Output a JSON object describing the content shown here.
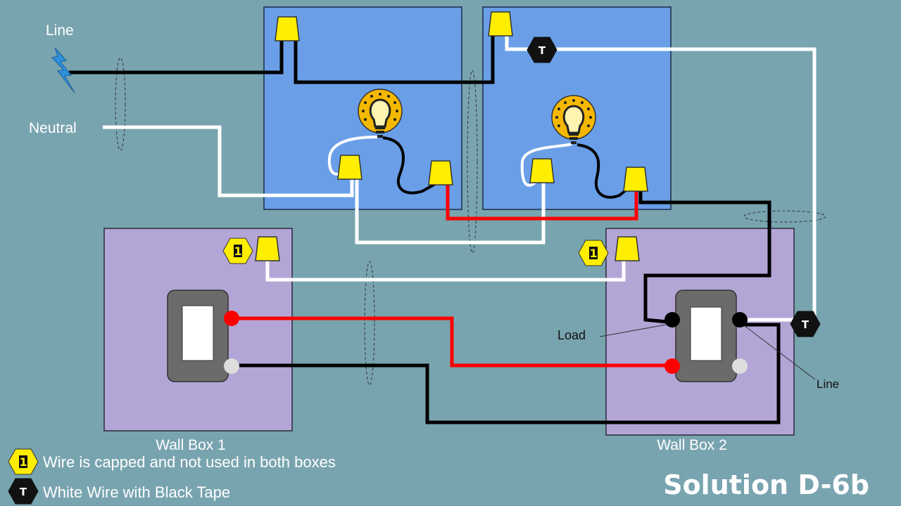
{
  "labels": {
    "line": "Line",
    "neutral": "Neutral",
    "wall_box_1": "Wall Box 1",
    "wall_box_2": "Wall Box 2",
    "load": "Load",
    "switch_line": "Line",
    "title": "Solution D-6b"
  },
  "badges": {
    "capped_marker": "1",
    "tape_marker": "T"
  },
  "legend": {
    "capped_text": "Wire is capped and not used in both boxes",
    "tape_text": "White Wire with Black Tape"
  },
  "colors": {
    "background": "#78a4af",
    "fixture_box": "#6a9fe8",
    "wall_box": "#b3a6d6",
    "wire_hot": "#000000",
    "wire_neutral": "#ffffff",
    "wire_traveler": "#ff0000",
    "wire_nut": "#ffee00",
    "capped_badge": "#ffee00",
    "tape_badge": "#111111",
    "bulb": "#f5b800",
    "lightning": "#2f8fd8"
  },
  "icons": [
    "lightning-bolt-icon",
    "light-bulb-icon",
    "wire-nut-icon",
    "three-way-switch-icon"
  ]
}
